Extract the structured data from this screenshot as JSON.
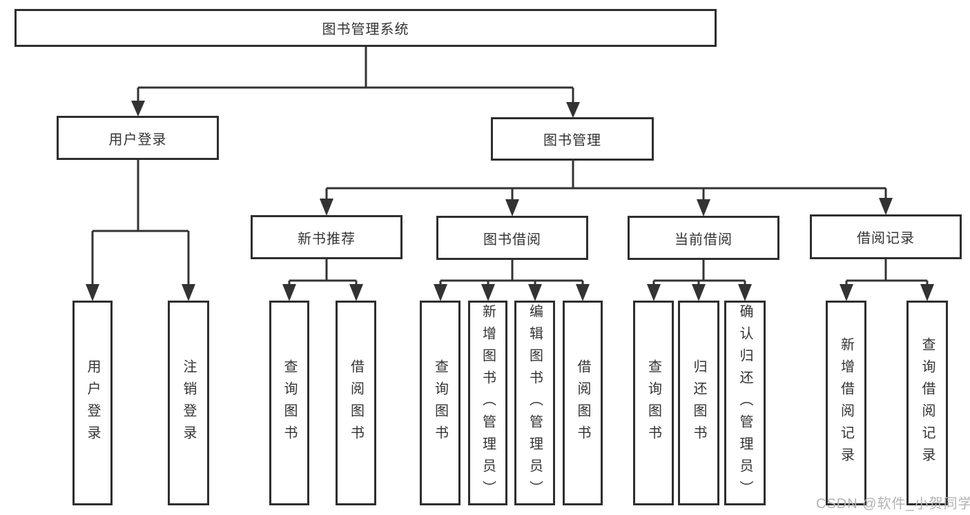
{
  "diagram": {
    "root": {
      "label": "图书管理系统"
    },
    "branches": [
      {
        "label": "用户登录",
        "leaves": [
          {
            "label": "用户登录"
          },
          {
            "label": "注销登录"
          }
        ]
      },
      {
        "label": "图书管理",
        "children": [
          {
            "label": "新书推荐",
            "leaves": [
              {
                "label": "查询图书"
              },
              {
                "label": "借阅图书"
              }
            ]
          },
          {
            "label": "图书借阅",
            "leaves": [
              {
                "label": "查询图书"
              },
              {
                "label": "新增图书（管理员）"
              },
              {
                "label": "编辑图书（管理员）"
              },
              {
                "label": "借阅图书"
              }
            ]
          },
          {
            "label": "当前借阅",
            "leaves": [
              {
                "label": "查询图书"
              },
              {
                "label": "归还图书"
              },
              {
                "label": "确认归还（管理员）"
              }
            ]
          },
          {
            "label": "借阅记录",
            "leaves": [
              {
                "label": "新增借阅记录"
              },
              {
                "label": "查询借阅记录"
              }
            ]
          }
        ]
      }
    ]
  },
  "watermark": {
    "text": "CSDN @软件_小贺同学"
  },
  "colors": {
    "line": "#333333",
    "box_border": "#2e2e2e",
    "text": "#333333",
    "watermark": "#b3b3b3",
    "background": "#ffffff"
  }
}
